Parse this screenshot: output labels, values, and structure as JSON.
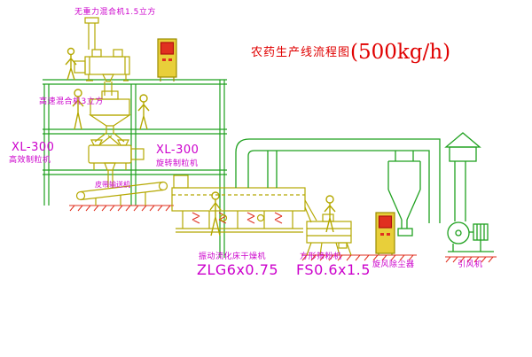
{
  "title": {
    "cn": "农药生产线流程图",
    "capacity": "(500kg/h)"
  },
  "labels": {
    "top_mixer": "无重力混合机1.5立方",
    "high_speed_mixer": "高速混合机3立方",
    "granulator_left_model": "XL-300",
    "granulator_left_name": "高效制粒机",
    "granulator_right_model": "XL-300",
    "granulator_right_name": "旋转制粒机",
    "belt_conveyor": "皮带输送机",
    "dryer_name": "振动流化床干燥机",
    "dryer_model": "ZLG6x0.75",
    "sifter_name": "方形筛粉机",
    "sifter_model": "FS0.6x1.5",
    "dust_collector": "旋风除尘器",
    "induced_draft_fan": "引风机"
  },
  "colors": {
    "structure_green": "#1fa11f",
    "equipment_yellow": "#b5a800",
    "cabinet_fill": "#e8cf3a",
    "screen_red": "#e03020",
    "label_magenta": "#cc00cc",
    "title_red": "#e00000"
  }
}
